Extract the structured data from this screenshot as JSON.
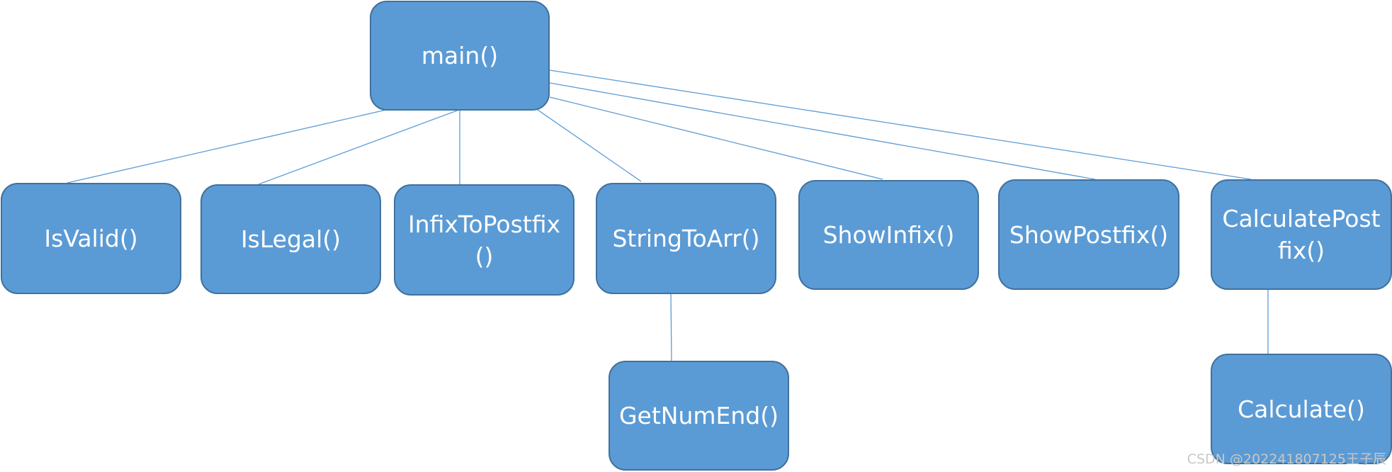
{
  "diagram": {
    "nodes": {
      "main": "main()",
      "is_valid": "IsValid()",
      "is_legal": "IsLegal()",
      "infix_to_postfix": "InfixToPostfix()",
      "string_to_arr": "StringToArr()",
      "show_infix": "ShowInfix()",
      "show_postfix": "ShowPostfix()",
      "calculate_postfix": "CalculatePostfix()",
      "get_num_end": "GetNumEnd()",
      "calculate": "Calculate()"
    }
  },
  "watermark": "CSDN @202241807125王子辰",
  "colors": {
    "node_fill": "#5b9bd5",
    "node_border": "#41719c",
    "connector": "#5b9bd5",
    "text": "#ffffff"
  }
}
